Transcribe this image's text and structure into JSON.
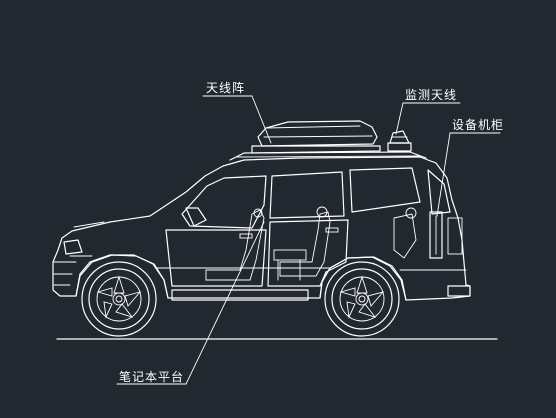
{
  "labels": {
    "antenna_array": "天线阵",
    "monitor_antenna": "监测天线",
    "equipment_cabinet": "设备机柜",
    "laptop_platform": "笔记本平台"
  },
  "colors": {
    "background": "#212830",
    "line": "#ffffff"
  }
}
